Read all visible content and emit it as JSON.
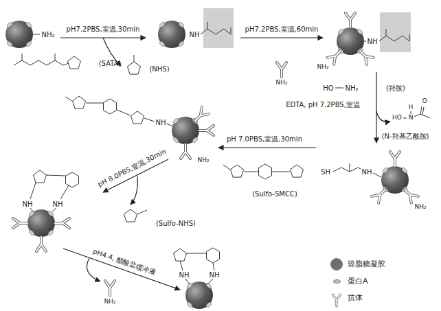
{
  "diagram": {
    "labels": [
      "NH₂",
      "pH7.2PBS,室温,30min",
      "(SATA)",
      "(NHS)",
      "NH",
      "pH7.2PBS,室温,60min",
      "NH₂",
      "NH",
      "NH₂",
      "HO",
      "NH₂",
      "(羟胺)",
      "EDTA, pH 7.2PBS,室温",
      "HO",
      "N",
      "H",
      "O",
      "(N-羟基乙酰胺)",
      "SH",
      "NH",
      "NH₂",
      "pH 7.0PBS,室温,30min",
      "(Sulfo-SMCC)",
      "NH",
      "NH₂",
      "pH 8.0PBS,室温,30min",
      "(Sulfo-NHS)",
      "NH",
      "NH",
      "pH4.4, 醋酸盐缓冲液",
      "NH₂",
      "NH",
      "NH"
    ],
    "legend": [
      {
        "text": "琼脂糖凝胶",
        "color": "#6e6e6e"
      },
      {
        "text": "蛋白A",
        "color": "#bdbdbd"
      },
      {
        "text": "抗体"
      }
    ]
  }
}
